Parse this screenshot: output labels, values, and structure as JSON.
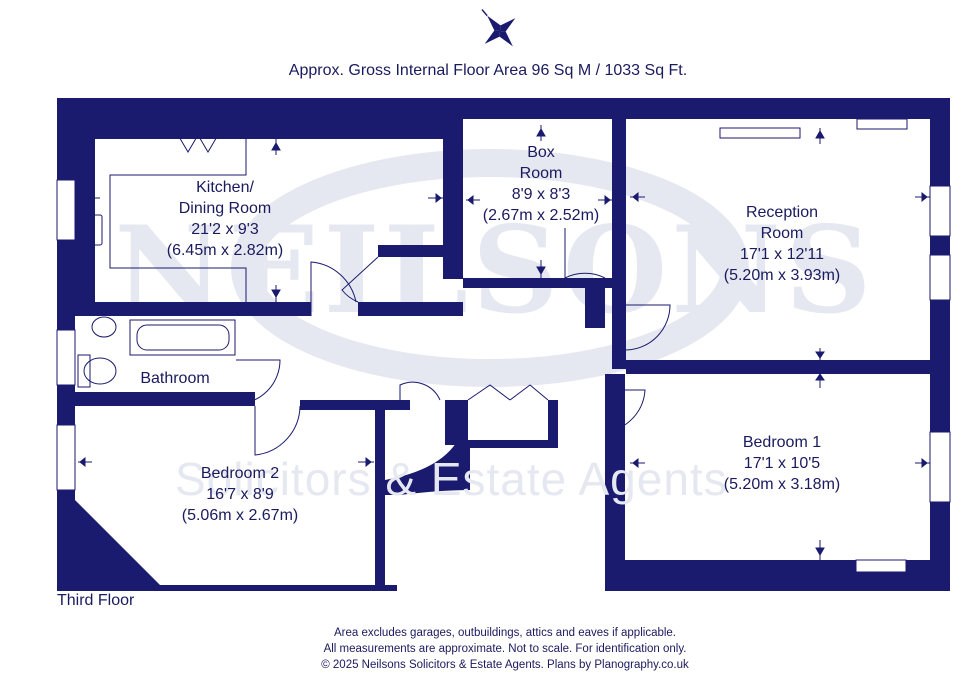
{
  "header": {
    "area_title": "Approx. Gross Internal Floor Area 96 Sq M / 1033 Sq Ft."
  },
  "watermark": {
    "brand": "NEILSONS",
    "tagline": "Solicitors & Estate Agents"
  },
  "rooms": [
    {
      "id": "kitchen",
      "name_line1": "Kitchen/",
      "name_line2": "Dining Room",
      "imperial": "21'2 x 9'3",
      "metric": "(6.45m x 2.82m)"
    },
    {
      "id": "box",
      "name_line1": "Box",
      "name_line2": "Room",
      "imperial": "8'9 x 8'3",
      "metric": "(2.67m x 2.52m)"
    },
    {
      "id": "reception",
      "name_line1": "Reception",
      "name_line2": "Room",
      "imperial": "17'1 x 12'11",
      "metric": "(5.20m x 3.93m)"
    },
    {
      "id": "bathroom",
      "name_line1": "Bathroom"
    },
    {
      "id": "bedroom2",
      "name_line1": "Bedroom 2",
      "imperial": "16'7 x 8'9",
      "metric": "(5.06m x 2.67m)"
    },
    {
      "id": "bedroom1",
      "name_line1": "Bedroom 1",
      "imperial": "17'1 x 10'5",
      "metric": "(5.20m x 3.18m)"
    }
  ],
  "floor_label": "Third Floor",
  "footer": {
    "line1": "Area excludes garages, outbuildings, attics and eaves if applicable.",
    "line2": "All measurements are approximate. Not to scale. For identification only.",
    "line3": "© 2025 Neilsons Solicitors & Estate Agents. Plans by Planography.co.uk"
  },
  "colors": {
    "wall": "#1a1a6e",
    "text": "#1a1a5e",
    "watermark": "#e6e8f1",
    "background": "#ffffff"
  },
  "icons": {
    "compass": "compass-rose-icon"
  }
}
